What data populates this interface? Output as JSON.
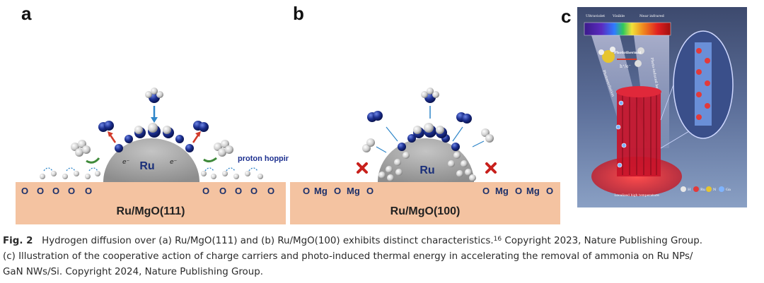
{
  "panels": {
    "a": {
      "label": "a",
      "surface_label": "Ru/MgO(111)",
      "particle_label": "Ru",
      "annotation": "proton hopping",
      "electron": "e⁻",
      "left_atoms": [
        "O",
        "O",
        "O",
        "O",
        "O"
      ],
      "right_atoms": [
        "O",
        "O",
        "O",
        "O",
        "O"
      ]
    },
    "b": {
      "label": "b",
      "surface_label": "Ru/MgO(100)",
      "particle_label": "Ru",
      "left_atoms": [
        "O",
        "Mg",
        "O",
        "Mg",
        "O"
      ],
      "right_atoms": [
        "O",
        "Mg",
        "O",
        "Mg",
        "O"
      ]
    },
    "c": {
      "label": "c",
      "spectrum_labels": [
        "Ultraviolet",
        "Visible",
        "Near infrared"
      ],
      "photothermal": "Photothermal",
      "carrier": "h⁺/e⁻",
      "left_beam": "Photoexcitation",
      "right_beam": "Photo-induced heat",
      "base_text": "Localized high temperature",
      "legend": [
        "H",
        "Ru",
        "N",
        "Ga"
      ]
    }
  },
  "caption": {
    "fig": "Fig. 2",
    "text1": "Hydrogen diffusion over (a) Ru/MgO(111) and (b) Ru/MgO(100) exhibits distinct characteristics.",
    "ref": "16",
    "text2": " Copyright 2023, Nature Publishing Group.",
    "line2": "(c) Illustration of the cooperative action of charge carriers and photo-induced thermal energy in accelerating the removal of ammonia on Ru NPs/",
    "line3": "GaN NWs/Si. Copyright 2024, Nature Publishing Group."
  },
  "colors": {
    "substrate": "#f4c3a1",
    "ru_particle": "#a8a8a8",
    "nitrogen_blue": "#1c2f8f",
    "arrow_blue": "#2f86c9",
    "arrow_red": "#d23a2a",
    "hop_green": "#3f8a3a",
    "cross_red": "#c8201c"
  }
}
